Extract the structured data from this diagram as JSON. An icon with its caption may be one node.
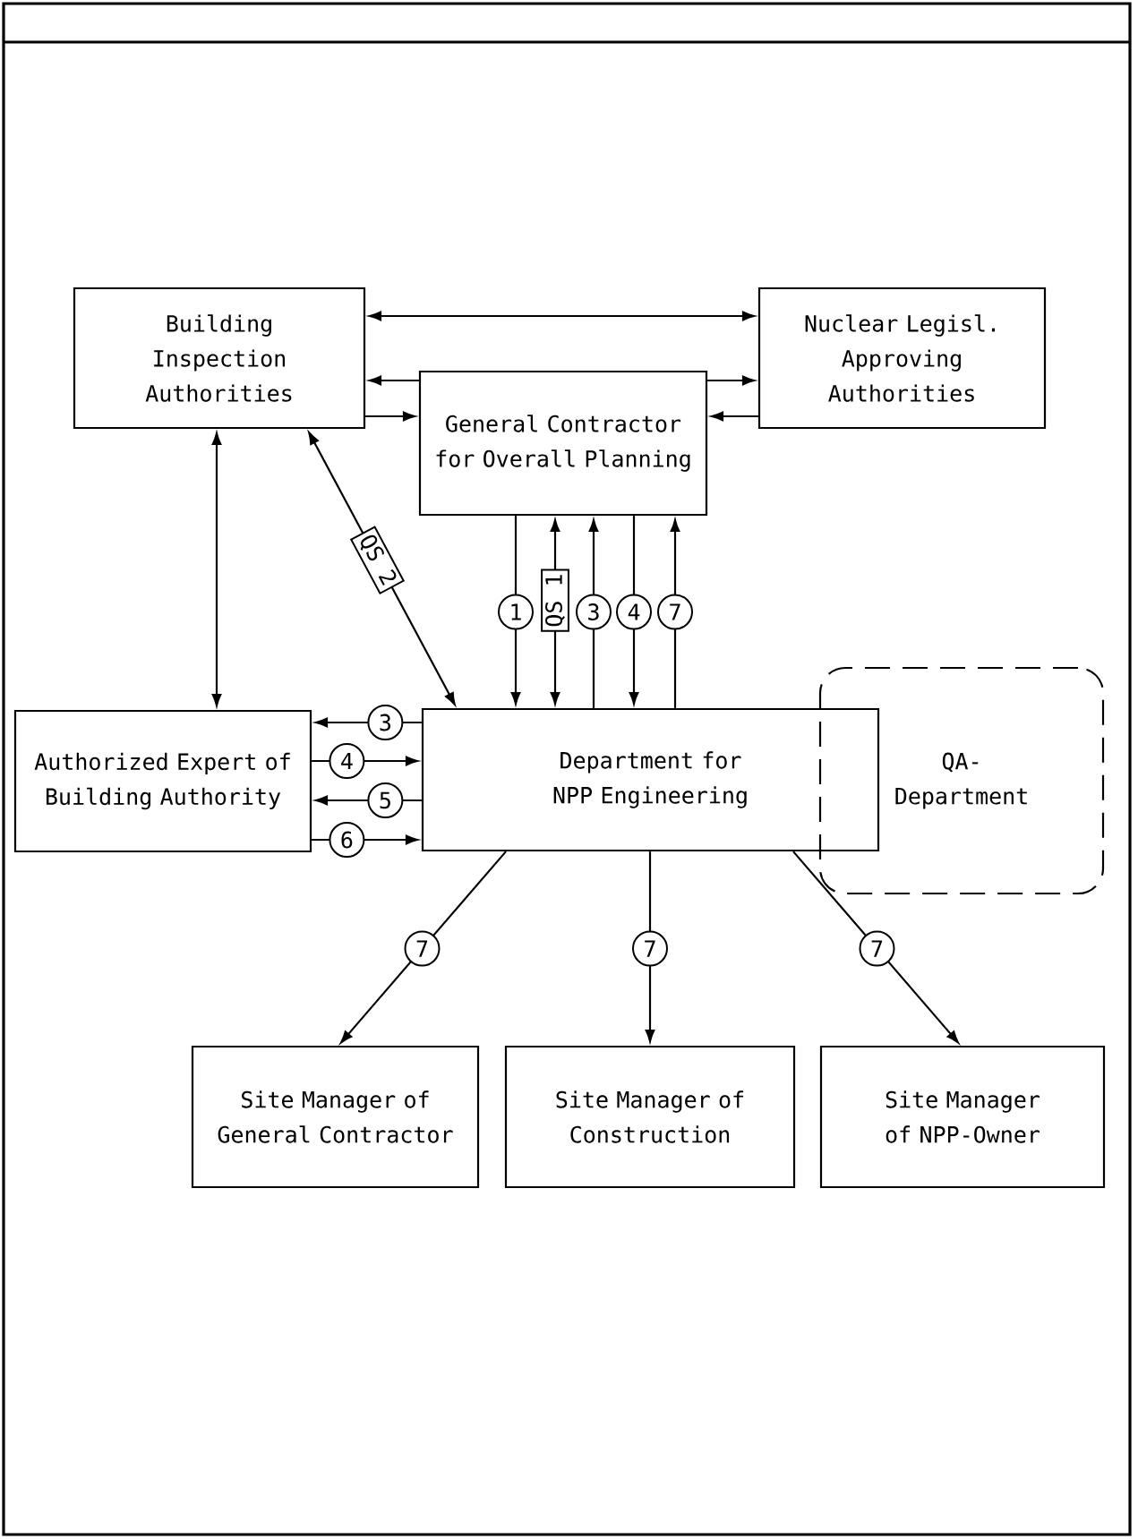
{
  "diagram": {
    "nodes": [
      {
        "text": [
          "Building Inspection Authorities"
        ]
      },
      {
        "text": [
          "Nuclear Legisl. Approving Authorities"
        ]
      },
      {
        "text": [
          "General Contractor for Overall Planning"
        ]
      },
      {
        "text": [
          "Authorized Expert of Building Authority"
        ]
      },
      {
        "text": [
          "Department for NPP Engineering"
        ]
      },
      {
        "text": [
          "QA-Department"
        ]
      },
      {
        "text": [
          "Site Manager of General Contractor"
        ]
      },
      {
        "text": [
          "Site Manager of Construction"
        ]
      },
      {
        "text": [
          "Site Manager of NPP-Owner"
        ]
      }
    ],
    "edges": [
      {
        "from": 0,
        "to": 1,
        "arrow": "both"
      },
      {
        "from": 2,
        "to": 0,
        "arrow": "to"
      },
      {
        "from": 0,
        "to": 2,
        "arrow": "to"
      },
      {
        "from": 2,
        "to": 1,
        "arrow": "to"
      },
      {
        "from": 1,
        "to": 2,
        "arrow": "to"
      },
      {
        "from": 0,
        "to": 3,
        "arrow": "both"
      },
      {
        "from": 0,
        "to": 4,
        "arrow": "both",
        "label": "QS 2"
      },
      {
        "from": 2,
        "to": 4,
        "arrow": "to",
        "label": "1"
      },
      {
        "from": 2,
        "to": 4,
        "arrow": "both",
        "label": "QS 1"
      },
      {
        "from": 4,
        "to": 2,
        "arrow": "to",
        "label": "3"
      },
      {
        "from": 2,
        "to": 4,
        "arrow": "to",
        "label": "4"
      },
      {
        "from": 4,
        "to": 2,
        "arrow": "to",
        "label": "7"
      },
      {
        "from": 4,
        "to": 3,
        "arrow": "to",
        "label": "3"
      },
      {
        "from": 3,
        "to": 4,
        "arrow": "to",
        "label": "4"
      },
      {
        "from": 4,
        "to": 3,
        "arrow": "to",
        "label": "5"
      },
      {
        "from": 3,
        "to": 4,
        "arrow": "to",
        "label": "6"
      },
      {
        "from": 4,
        "to": 6,
        "arrow": "to",
        "label": "7"
      },
      {
        "from": 4,
        "to": 7,
        "arrow": "to",
        "label": "7"
      },
      {
        "from": 4,
        "to": 8,
        "arrow": "to",
        "label": "7"
      }
    ]
  }
}
